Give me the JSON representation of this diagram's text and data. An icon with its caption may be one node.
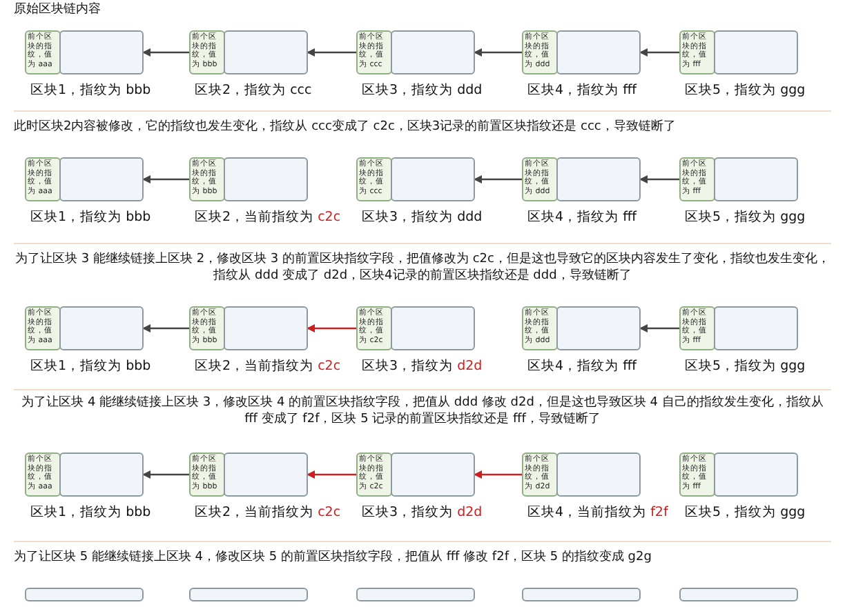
{
  "diagram": {
    "nodes": [
      {
        "text": [
          "前个区块的指纹，值为 aaa"
        ],
        "beside": [
          "区块1，指纹为",
          "bbb"
        ]
      },
      {
        "text": [
          "前个区块的指纹，值为 bbb"
        ],
        "beside": [
          "区块2，指纹为",
          "ccc"
        ]
      },
      {
        "text": [
          "前个区块的指纹，值为 ccc"
        ],
        "beside": [
          "区块3，指纹为",
          "ddd"
        ]
      },
      {
        "text": [
          "前个区块的指纹，值为 ddd"
        ],
        "beside": [
          "区块4，指纹为",
          "fff"
        ]
      },
      {
        "text": [
          "前个区块的指纹，值为 fff"
        ],
        "beside": [
          "区块5，指纹为",
          "ggg"
        ]
      },
      {
        "text": [
          "前个区块的指纹，值为 aaa"
        ],
        "beside": [
          "区块1，指纹为",
          "bbb"
        ]
      },
      {
        "text": [
          "前个区块的指纹，值为 bbb"
        ],
        "beside": [
          "区块2，当前指纹为",
          "c2c"
        ]
      },
      {
        "text": [
          "前个区块的指纹，值为 ccc"
        ],
        "beside": [
          "区块3，指纹为",
          "ddd"
        ]
      },
      {
        "text": [
          "前个区块的指纹，值为 ddd"
        ],
        "beside": [
          "区块4，指纹为",
          "fff"
        ]
      },
      {
        "text": [
          "前个区块的指纹，值为 fff"
        ],
        "beside": [
          "区块5，指纹为",
          "ggg"
        ]
      },
      {
        "text": [
          "前个区块的指纹，值为 aaa"
        ],
        "beside": [
          "区块1，指纹为",
          "bbb"
        ]
      },
      {
        "text": [
          "前个区块的指纹，值为 bbb"
        ],
        "beside": [
          "区块2，当前指纹为",
          "c2c"
        ]
      },
      {
        "text": [
          "前个区块的指纹，值为 c2c"
        ],
        "beside": [
          "区块3，指纹为",
          "d2d"
        ]
      },
      {
        "text": [
          "前个区块的指纹，值为 ddd"
        ],
        "beside": [
          "区块4，指纹为",
          "fff"
        ]
      },
      {
        "text": [
          "前个区块的指纹，值为 fff"
        ],
        "beside": [
          "区块5，指纹为",
          "ggg"
        ]
      },
      {
        "text": [
          "前个区块的指纹，值为 aaa"
        ],
        "beside": [
          "区块1，指纹为",
          "bbb"
        ]
      },
      {
        "text": [
          "前个区块的指纹，值为 bbb"
        ],
        "beside": [
          "区块2，当前指纹为",
          "c2c"
        ]
      },
      {
        "text": [
          "前个区块的指纹，值为 c2c"
        ],
        "beside": [
          "区块3，指纹为",
          "d2d"
        ]
      },
      {
        "text": [
          "前个区块的指纹，值为 d2d"
        ],
        "beside": [
          "区块4，当前指纹为",
          "f2f"
        ]
      },
      {
        "text": [
          "前个区块的指纹，值为 fff"
        ],
        "beside": [
          "区块5，指纹为",
          "ggg"
        ]
      },
      {
        "text": [],
        "shape": "box"
      },
      {
        "text": [],
        "shape": "box"
      },
      {
        "text": [],
        "shape": "box"
      },
      {
        "text": [],
        "shape": "box"
      },
      {
        "text": [],
        "shape": "box"
      }
    ],
    "edges": [
      {
        "from": 1,
        "to": 0,
        "arrow": "to"
      },
      {
        "from": 2,
        "to": 1,
        "arrow": "to"
      },
      {
        "from": 3,
        "to": 2,
        "arrow": "to"
      },
      {
        "from": 4,
        "to": 3,
        "arrow": "to"
      },
      {
        "from": 6,
        "to": 5,
        "arrow": "to"
      },
      {
        "from": 8,
        "to": 7,
        "arrow": "to"
      },
      {
        "from": 9,
        "to": 8,
        "arrow": "to"
      },
      {
        "from": 11,
        "to": 10,
        "arrow": "to"
      },
      {
        "from": 12,
        "to": 11,
        "arrow": "to",
        "color": "#cc2020"
      },
      {
        "from": 14,
        "to": 13,
        "arrow": "to"
      },
      {
        "from": 16,
        "to": 15,
        "arrow": "to"
      },
      {
        "from": 17,
        "to": 16,
        "arrow": "to",
        "color": "#cc2020"
      },
      {
        "from": 18,
        "to": 17,
        "arrow": "to",
        "color": "#cc2020"
      }
    ],
    "labels": [
      "原始区块链内容",
      "此时区块2内容被修改，它的指纹也发生变化，指纹从 ccc变成了 c2c，区块3记录的前置区块指纹还是 ccc，导致链断了",
      "为了让区块 3 能继续链接上区块 2，修改区块 3 的前置区块指纹字段，把值修改为 c2c，但是这也导致它的区块内容发生了变化，指纹也发生变化，指纹从 ddd 变成了 d2d，区块4记录的前置区块指纹还是 ddd，导致链断了",
      "为了让区块 4 能继续链接上区块 3，修改区块 4 的前置区块指纹字段，把值从 ddd 修改 d2d，但是这也导致区块 4 自己的指纹发生变化，指纹从 fff 变成了 f2f，区块 5 记录的前置区块指纹还是 fff，导致链断了",
      "为了让区块 5 能继续链接上区块 4，修改区块 5 的前置区块指纹字段，把值从 fff 修改 f2f，区块 5 的指纹变成 g2g"
    ]
  }
}
